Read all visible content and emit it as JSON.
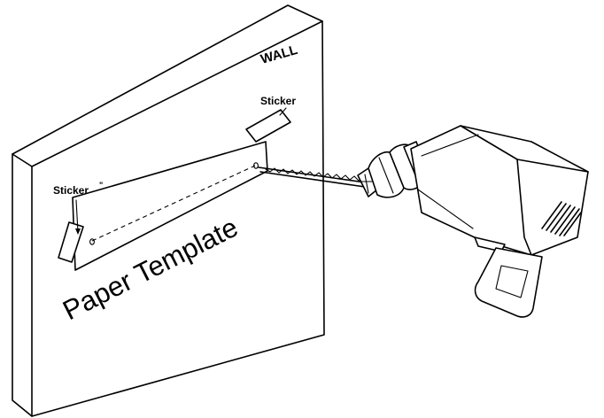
{
  "labels": {
    "wall": "WALL",
    "sticker_right": "Sticker",
    "sticker_left": "Sticker",
    "paper_template": "Paper Template"
  },
  "colors": {
    "line": "#000000",
    "background": "#ffffff"
  }
}
